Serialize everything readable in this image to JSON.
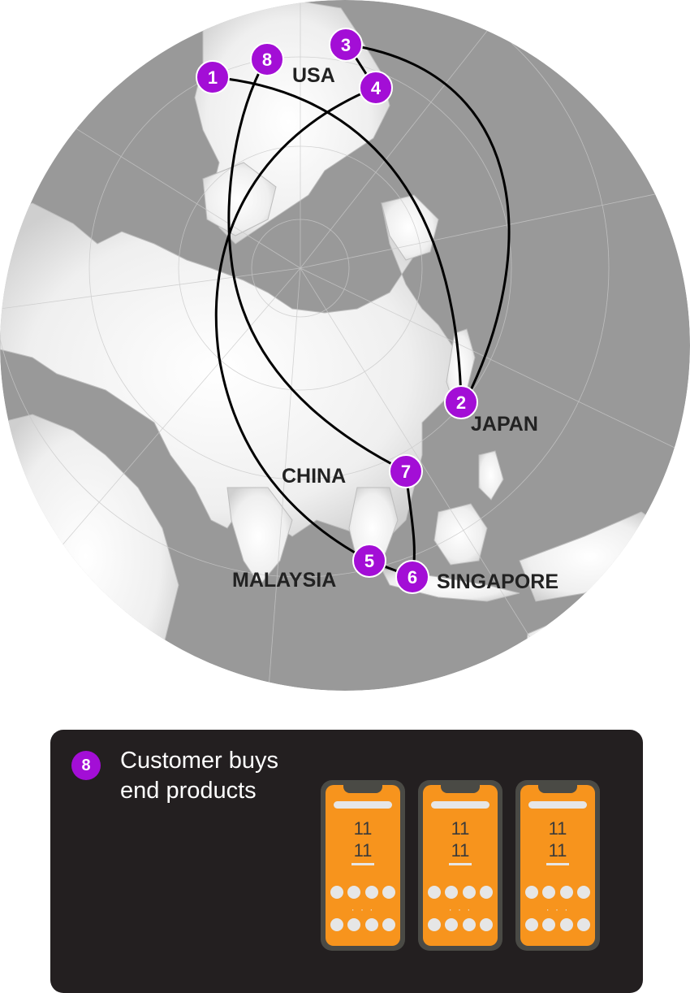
{
  "map": {
    "countries": [
      {
        "name": "USA"
      },
      {
        "name": "JAPAN"
      },
      {
        "name": "CHINA"
      },
      {
        "name": "MALAYSIA"
      },
      {
        "name": "SINGAPORE"
      }
    ],
    "stops": [
      "1",
      "2",
      "3",
      "4",
      "5",
      "6",
      "7",
      "8"
    ],
    "colors": {
      "ocean": "#999999",
      "land": "#ffffff",
      "route": "#000000",
      "marker": "#a30ed6"
    }
  },
  "info_card": {
    "step": "8",
    "text_line1": "Customer buys",
    "text_line2": "end products",
    "background": "#231f20",
    "phones": [
      {
        "time_hour": "11",
        "time_minute": "11"
      },
      {
        "time_hour": "11",
        "time_minute": "11"
      },
      {
        "time_hour": "11",
        "time_minute": "11"
      }
    ],
    "phone_screen_color": "#f7941d",
    "ellipsis": "· · ·"
  }
}
